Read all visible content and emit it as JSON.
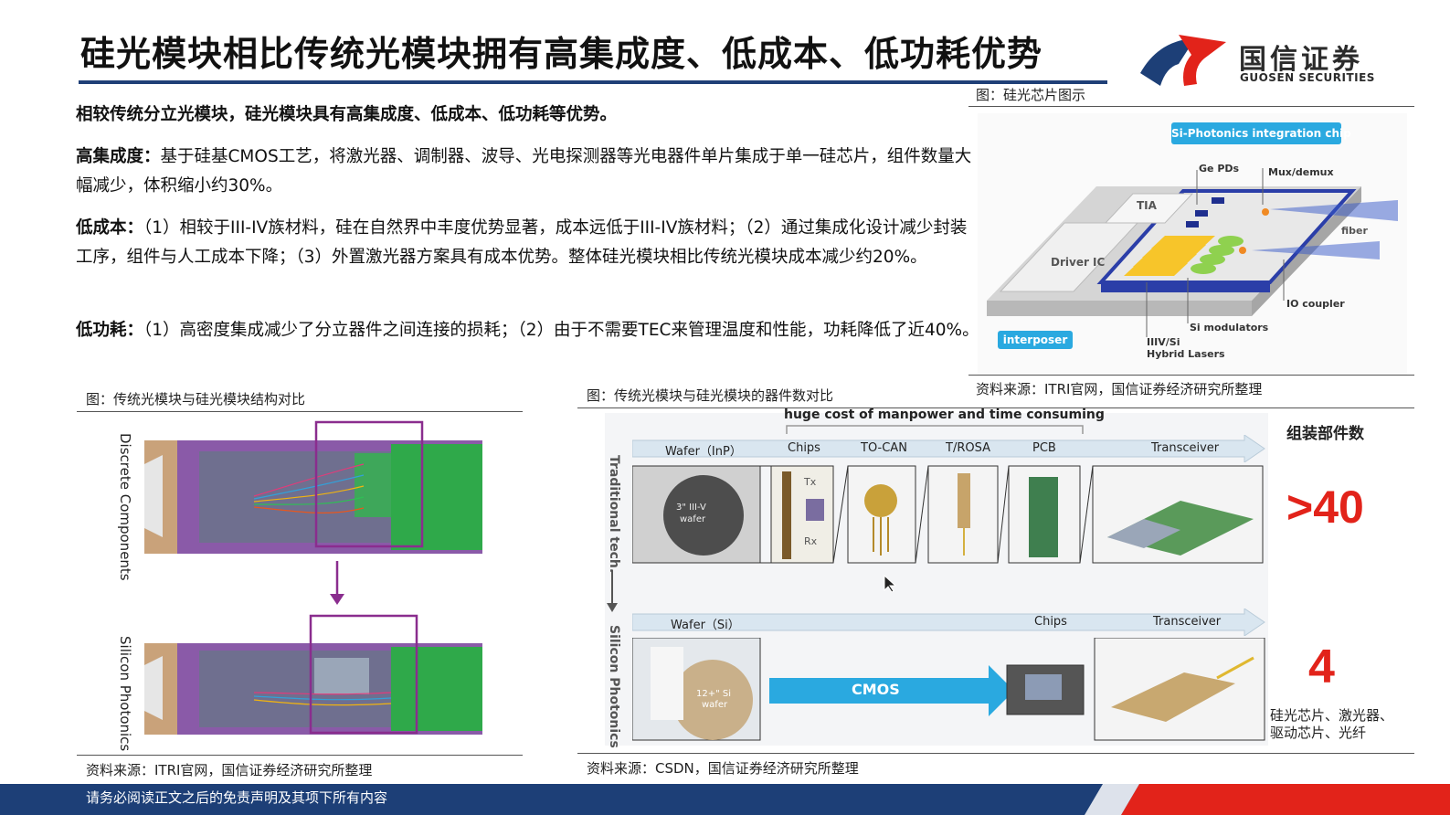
{
  "header": {
    "title": "硅光模块相比传统光模块拥有高集成度、低成本、低功耗优势",
    "logo_cn": "国信证券",
    "logo_en": "GUOSEN SECURITIES"
  },
  "intro": "相较传统分立光模块，硅光模块具有高集成度、低成本、低功耗等优势。",
  "points": [
    {
      "label": "高集成度：",
      "text": "基于硅基CMOS工艺，将激光器、调制器、波导、光电探测器等光电器件单片集成于单一硅芯片，组件数量大幅减少，体积缩小约30%。"
    },
    {
      "label": "低成本：",
      "text": "（1）相较于III-IV族材料，硅在自然界中丰度优势显著，成本远低于III-IV族材料；（2）通过集成化设计减少封装工序，组件与人工成本下降；（3）外置激光器方案具有成本优势。整体硅光模块相比传统光模块成本减少约20%。"
    },
    {
      "label": "低功耗：",
      "text": "（1）高密度集成减少了分立器件之间连接的损耗；（2）由于不需要TEC来管理温度和性能，功耗降低了近40%。"
    }
  ],
  "fig_chip": {
    "caption": "图：硅光芯片图示",
    "source": "资料来源：ITRI官网，国信证券经济研究所整理",
    "labels": {
      "chip": "Si-Photonics integration chip",
      "ge_pds": "Ge PDs",
      "mux": "Mux/demux",
      "tia": "TIA",
      "fiber": "fiber",
      "driver": "Driver IC",
      "io": "IO coupler",
      "interposer": "interposer",
      "modulators": "Si modulators",
      "lasers1": "IIIV/Si",
      "lasers2": "Hybrid Lasers"
    }
  },
  "fig_structure": {
    "caption": "图：传统光模块与硅光模块结构对比",
    "source": "资料来源：ITRI官网，国信证券经济研究所整理",
    "label_top": "Discrete Components",
    "label_bottom": "Silicon Photonics"
  },
  "fig_count": {
    "caption": "图：传统光模块与硅光模块的器件数对比",
    "source": "资料来源：CSDN，国信证券经济研究所整理",
    "banner": "huge cost of manpower and time consuming",
    "count_title": "组装部件数",
    "trad_label": "Traditional tech.",
    "si_label": "Silicon Photonics",
    "trad_steps": [
      "Wafer（InP）",
      "Chips",
      "TO-CAN",
      "T/ROSA",
      "PCB",
      "Transceiver"
    ],
    "si_steps": [
      "Wafer（Si）",
      "Chips",
      "Transceiver"
    ],
    "trad_count": ">40",
    "si_count": "4",
    "si_parts_1": "硅光芯片、激光器、",
    "si_parts_2": "驱动芯片、光纤",
    "wafer_trad_1": "3\" III-V",
    "wafer_trad_2": "wafer",
    "wafer_si_1": "12+\" Si",
    "wafer_si_2": "wafer",
    "cmos": "CMOS",
    "tx": "Tx",
    "rx": "Rx"
  },
  "footer": "请务必阅读正文之后的免责声明及其项下所有内容",
  "colors": {
    "brand_blue": "#1d3f77",
    "brand_red": "#e2231a",
    "chip_blue": "#2aa9e0"
  }
}
